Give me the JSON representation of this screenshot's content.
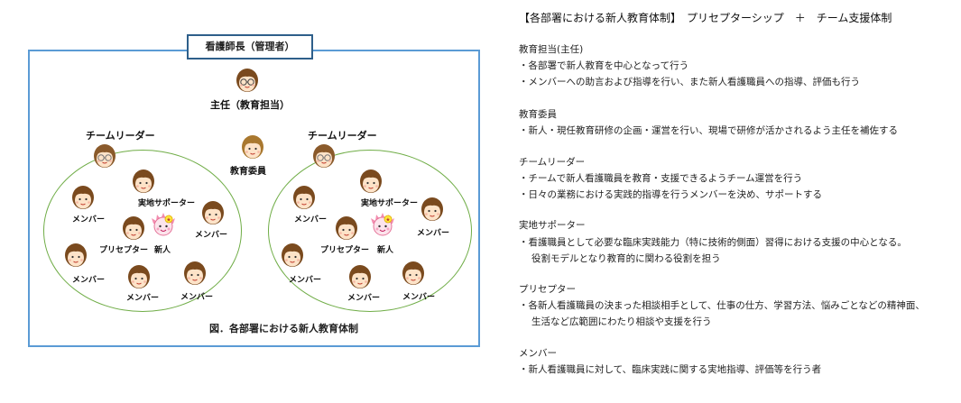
{
  "diagram": {
    "head_nurse_label": "看護師長（管理者）",
    "chief_label": "主任（教育担当）",
    "education_committee_label": "教育委員",
    "caption": "図．各部署における新人教育体制",
    "teams": [
      {
        "leader_label": "チームリーダー",
        "field_supporter_label": "実地サポーター",
        "preceptor_label": "プリセプター",
        "new_staff_label": "新人",
        "member_labels": [
          "メンバー",
          "メンバー",
          "メンバー",
          "メンバー",
          "メンバー"
        ]
      },
      {
        "leader_label": "チームリーダー",
        "field_supporter_label": "実地サポーター",
        "preceptor_label": "プリセプター",
        "new_staff_label": "新人",
        "member_labels": [
          "メンバー",
          "メンバー",
          "メンバー",
          "メンバー",
          "メンバー"
        ]
      }
    ],
    "colors": {
      "frame": "#5b9bd5",
      "ellipse": "#70ad47",
      "head_box": "#2e5f8a"
    }
  },
  "panel": {
    "title": "【各部署における新人教育体制】　プリセプターシップ　＋　チーム支援体制",
    "sections": [
      {
        "title": "教育担当(主任)",
        "lines": [
          "・各部署で新人教育を中心となって行う",
          "・メンバーへの助言および指導を行い、また新人看護職員への指導、評価も行う"
        ]
      },
      {
        "title": "教育委員",
        "lines": [
          "・新人・現任教育研修の企画・運営を行い、現場で研修が活かされるよう主任を補佐する"
        ]
      },
      {
        "title": "チームリーダー",
        "lines": [
          "・チームで新人看護職員を教育・支援できるようチーム運営を行う",
          "・日々の業務における実践的指導を行うメンバーを決め、サポートする"
        ]
      },
      {
        "title": "実地サポーター",
        "lines": [
          "・看護職員として必要な臨床実践能力（特に技術的側面）習得における支援の中心となる。",
          "役割モデルとなり教育的に関わる役割を担う"
        ]
      },
      {
        "title": "プリセプター",
        "lines": [
          "・各新人看護職員の決まった相談相手として、仕事の仕方、学習方法、悩みごとなどの精神面、",
          "生活など広範囲にわたり相談や支援を行う"
        ]
      },
      {
        "title": "メンバー",
        "lines": [
          "・新人看護職員に対して、臨床実践に関する実地指導、評価等を行う者"
        ]
      }
    ]
  }
}
